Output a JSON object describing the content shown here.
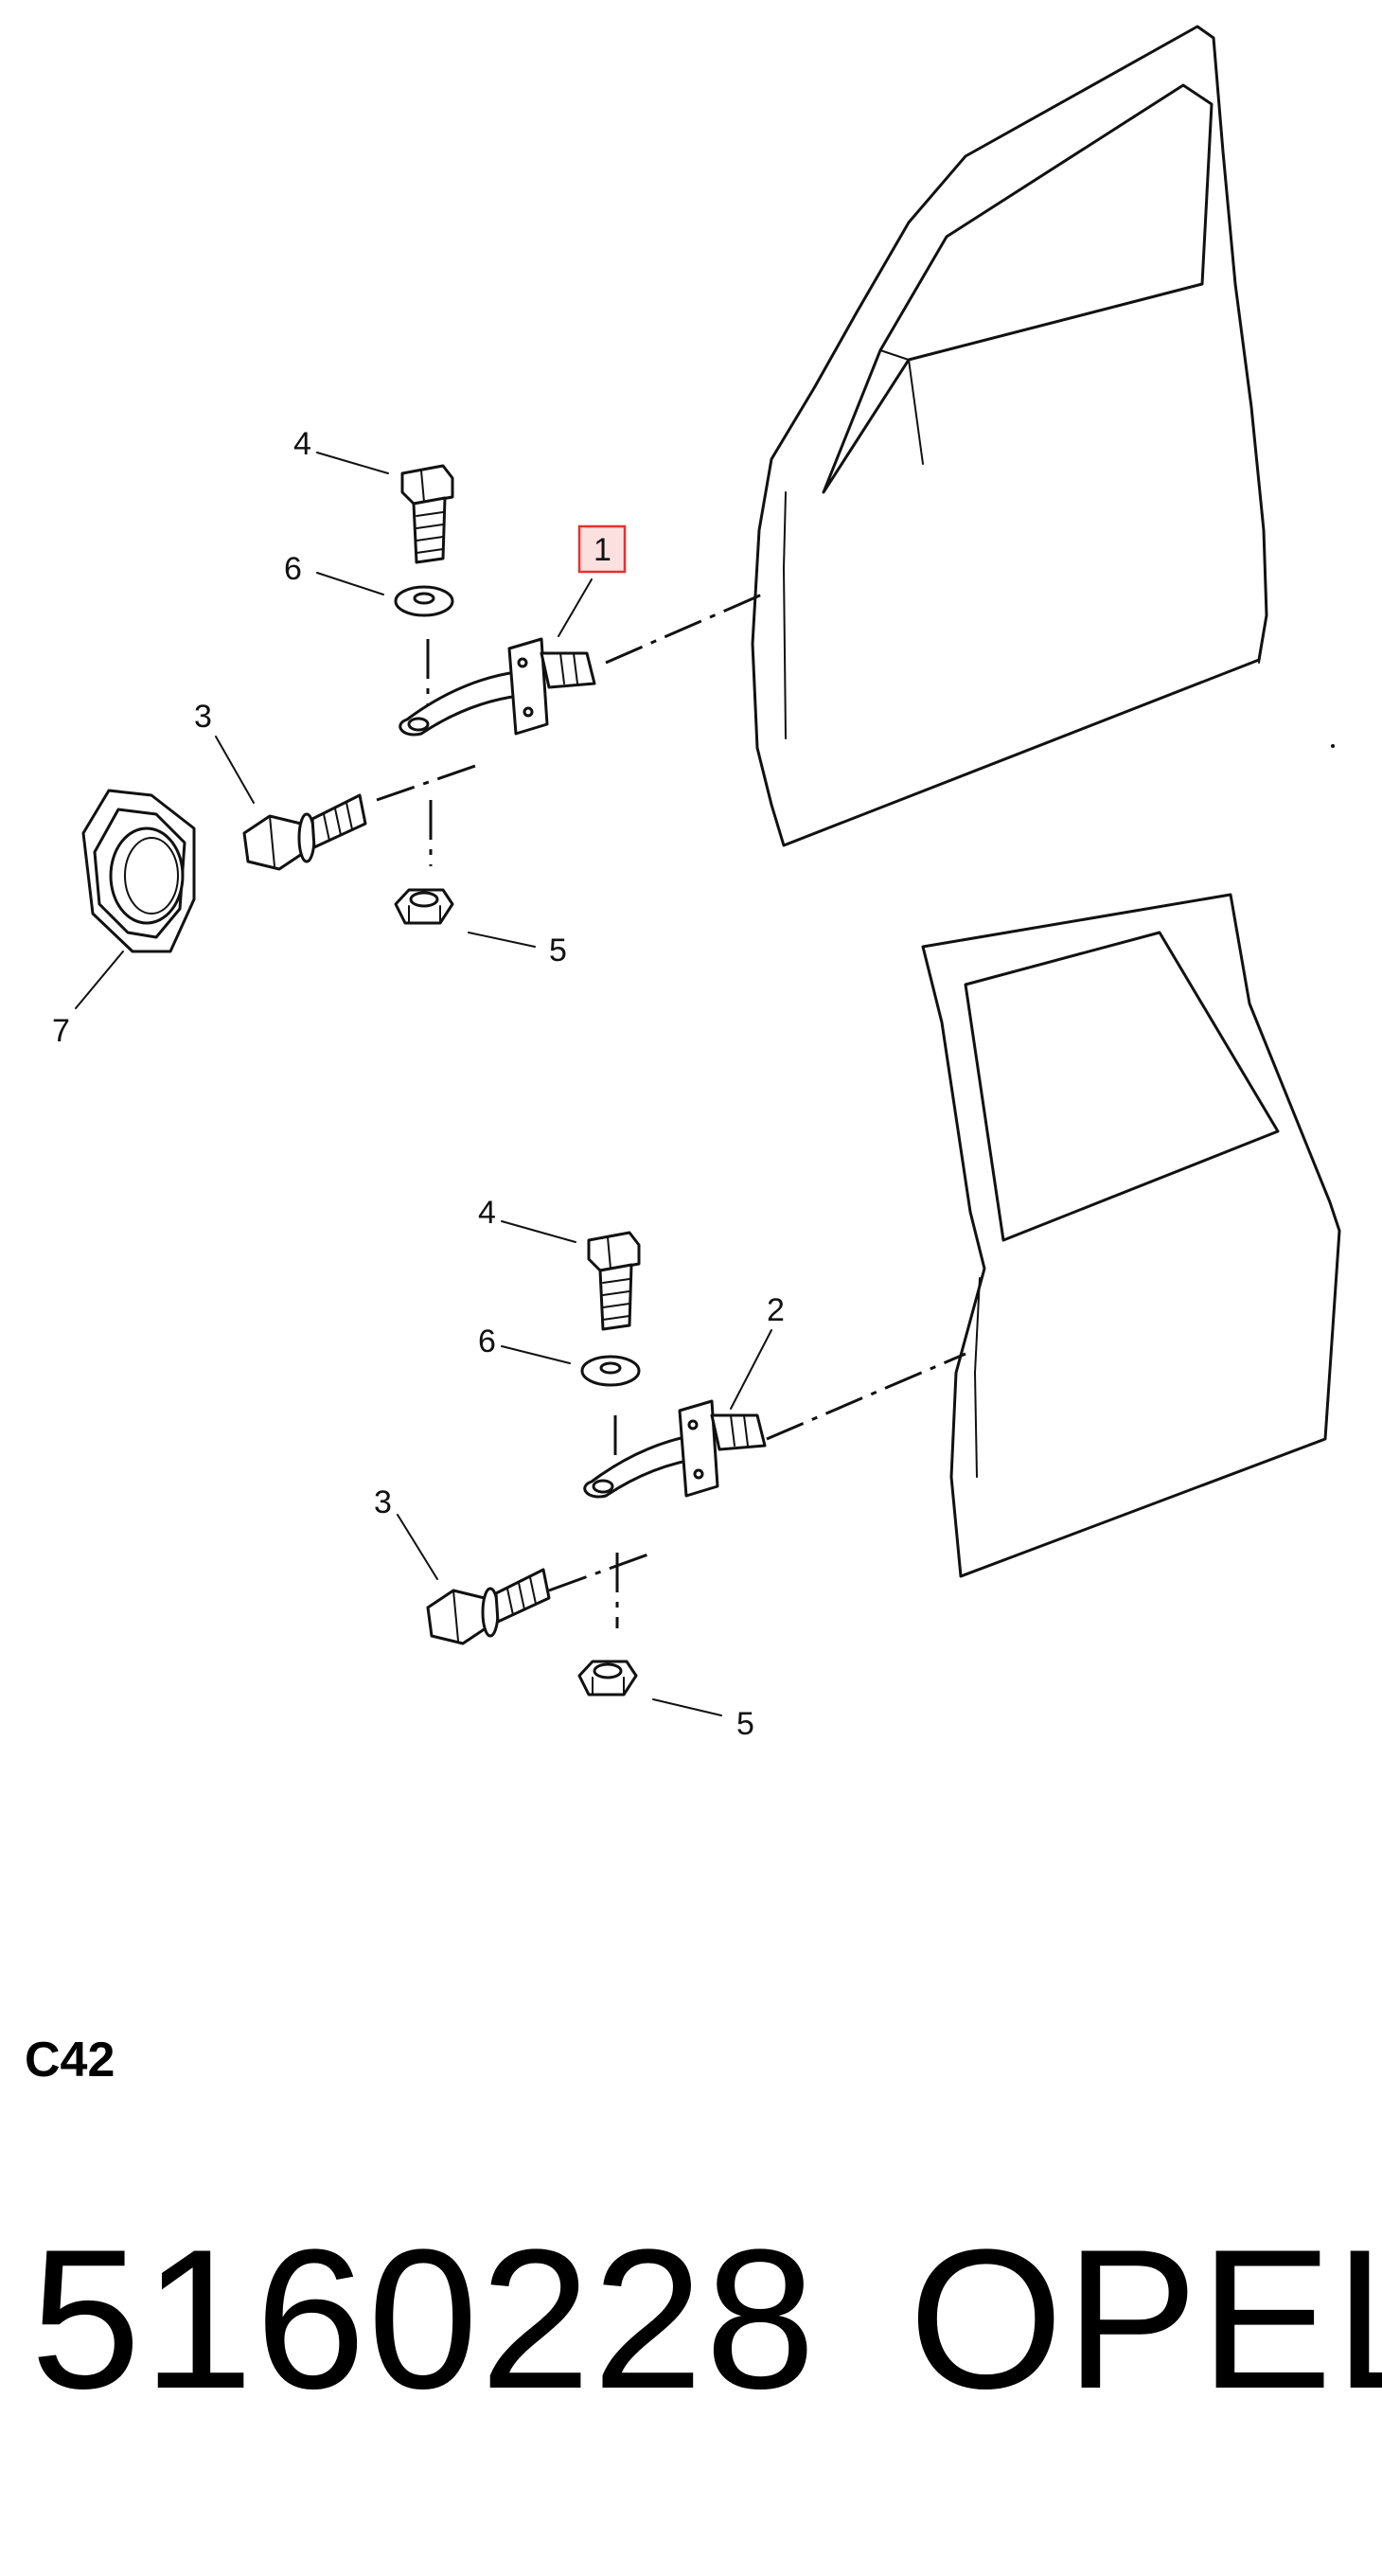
{
  "callouts": {
    "top": {
      "c1": "1",
      "c3": "3",
      "c4": "4",
      "c5": "5",
      "c6": "6",
      "c7": "7"
    },
    "bottom": {
      "c2": "2",
      "c3": "3",
      "c4": "4",
      "c5": "5",
      "c6": "6"
    }
  },
  "highlight_color": "#e8302f",
  "highlight_fill": "#fbe0e0",
  "catalog_code": "C42",
  "part_number": "5160228",
  "brand": "OPEL"
}
